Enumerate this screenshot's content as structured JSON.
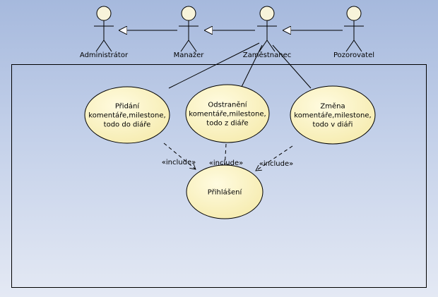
{
  "actors": [
    {
      "id": "admin",
      "label": "Administrátor"
    },
    {
      "id": "manager",
      "label": "Manažer"
    },
    {
      "id": "employee",
      "label": "Zaměstnanec"
    },
    {
      "id": "observer",
      "label": "Pozorovatel"
    }
  ],
  "generalizations": [
    {
      "from": "manager",
      "to": "admin"
    },
    {
      "from": "employee",
      "to": "manager"
    },
    {
      "from": "observer",
      "to": "employee"
    }
  ],
  "use_cases": [
    {
      "id": "add",
      "lines": [
        "Přidání",
        "komentáře,milestone,",
        "todo do diáře"
      ]
    },
    {
      "id": "remove",
      "lines": [
        "Odstranění",
        "komentáře,milestone,",
        "todo z diáře"
      ]
    },
    {
      "id": "change",
      "lines": [
        "Změna",
        "komentáře,milestone,",
        "todo v diáři"
      ]
    },
    {
      "id": "login",
      "lines": [
        "Přihlášení"
      ]
    }
  ],
  "associations": [
    {
      "actor": "employee",
      "use_case": "add"
    },
    {
      "actor": "employee",
      "use_case": "remove"
    },
    {
      "actor": "employee",
      "use_case": "change"
    }
  ],
  "includes": [
    {
      "from": "add",
      "to": "login",
      "label": "«include»"
    },
    {
      "from": "remove",
      "to": "login",
      "label": "«include»"
    },
    {
      "from": "change",
      "to": "login",
      "label": "«include»"
    }
  ],
  "colors": {
    "usecase_fill": "#fdf6c8",
    "usecase_stroke": "#000000",
    "actor_head_fill": "#f7f3da",
    "line": "#000000"
  }
}
